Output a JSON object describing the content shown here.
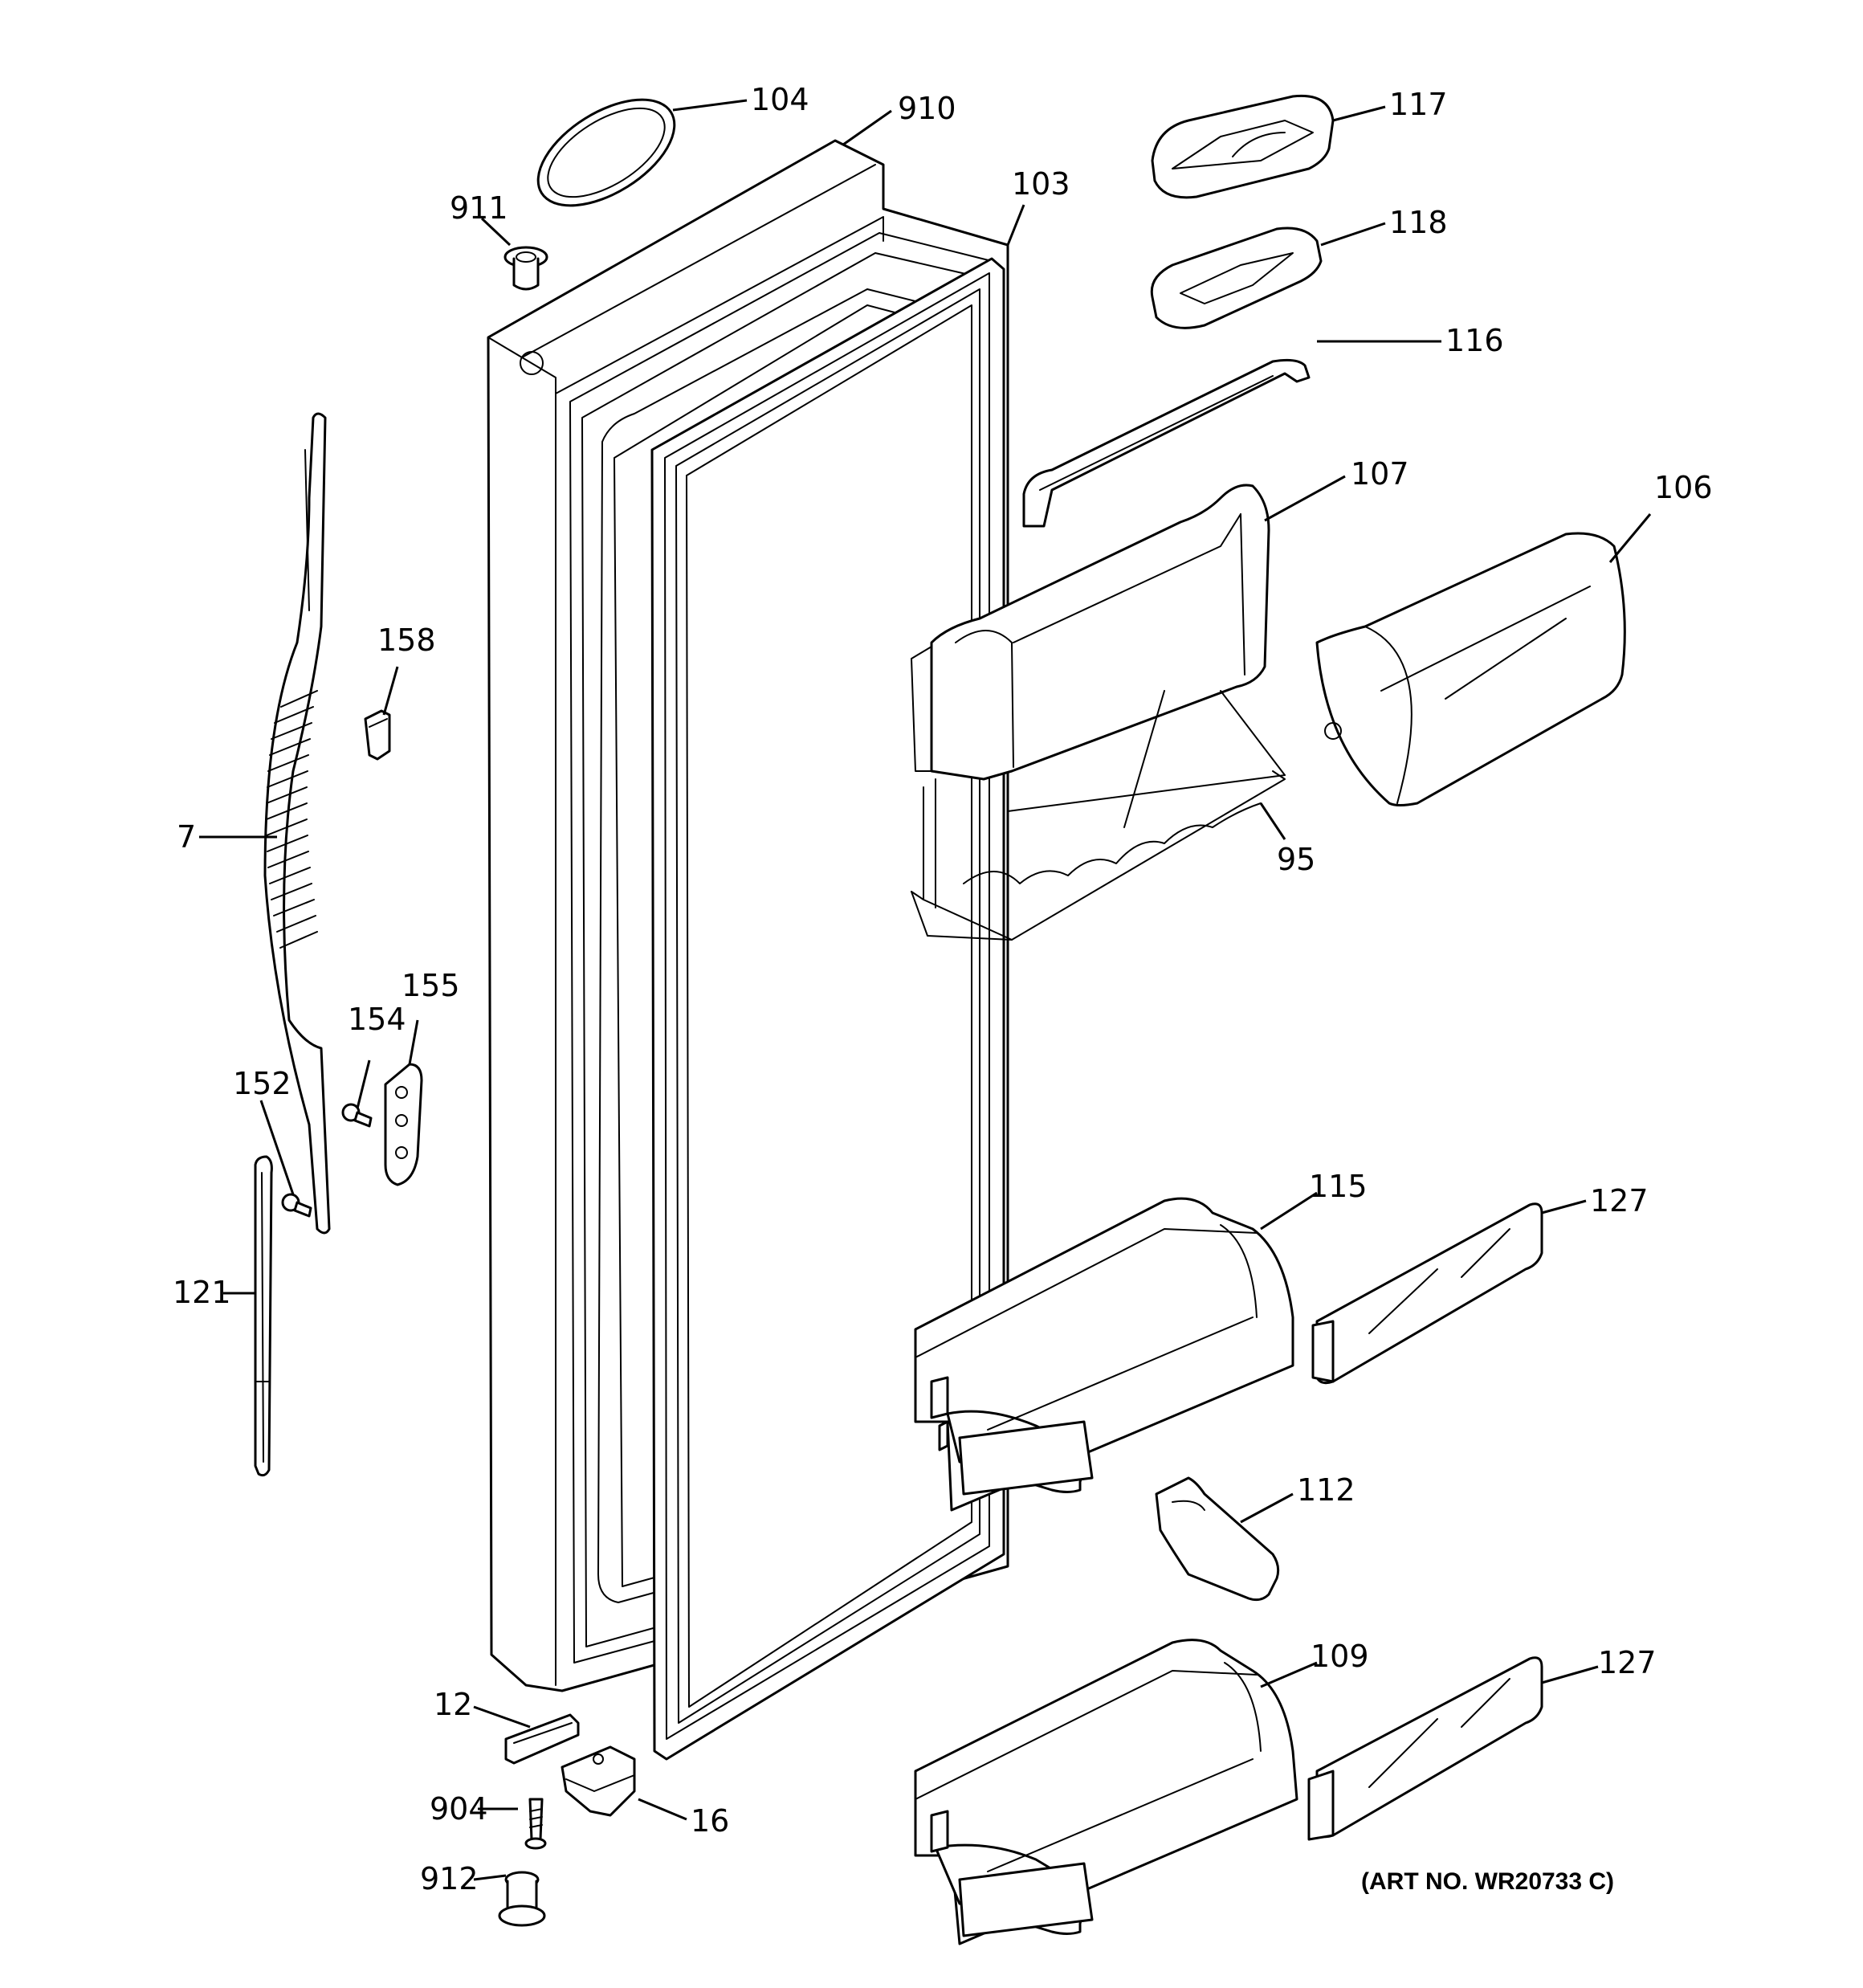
{
  "callouts": {
    "c104": "104",
    "c910": "910",
    "c911": "911",
    "c103": "103",
    "c117": "117",
    "c118": "118",
    "c116": "116",
    "c107": "107",
    "c106": "106",
    "c158": "158",
    "c7": "7",
    "c95": "95",
    "c155": "155",
    "c154": "154",
    "c152": "152",
    "c121": "121",
    "c115": "115",
    "c127a": "127",
    "c112": "112",
    "c109": "109",
    "c127b": "127",
    "c12": "12",
    "c904": "904",
    "c16": "16",
    "c912": "912"
  },
  "art_number": "(ART NO. WR20733 C)"
}
